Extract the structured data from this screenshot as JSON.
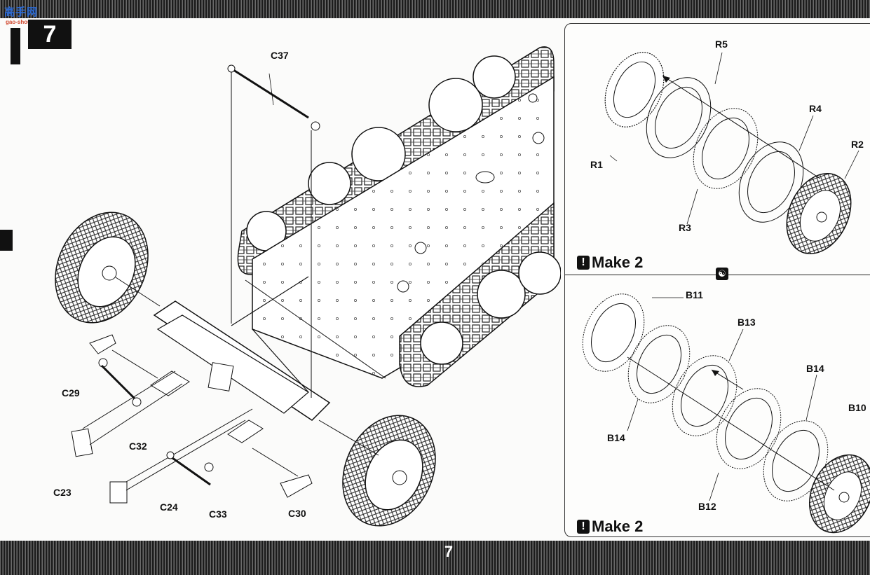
{
  "header": {
    "watermark": "高手网",
    "watermark_sub": "gao-shou.com",
    "step_number": "7"
  },
  "footer": {
    "page_number": "7"
  },
  "main_diagram": {
    "labels": {
      "c37": "C37",
      "c29": "C29",
      "c32": "C32",
      "c23": "C23",
      "c24": "C24",
      "c33": "C33",
      "c30": "C30"
    }
  },
  "detail_top": {
    "labels": {
      "r1": "R1",
      "r5": "R5",
      "r4": "R4",
      "r2": "R2",
      "r3": "R3"
    },
    "note": "Make 2"
  },
  "detail_bottom": {
    "labels": {
      "b11": "B11",
      "b13": "B13",
      "b14a": "B14",
      "b14b": "B14",
      "b10": "B10",
      "b12": "B12"
    },
    "note": "Make 2"
  },
  "icons": {
    "note_icon": "exclamation-icon",
    "separator_icon": "yin-yang-icon"
  }
}
